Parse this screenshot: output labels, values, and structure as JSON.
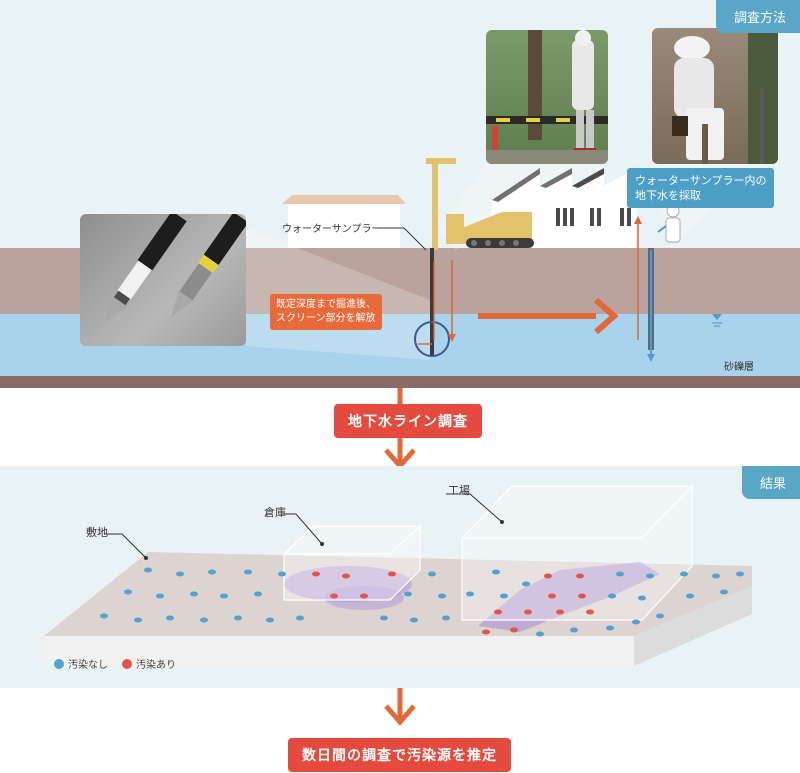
{
  "top_panel": {
    "tab_label": "調査方法",
    "water_sampler_label": "ウォーターサンプラー",
    "procedure_label_1": "既定深度まで掘進後、",
    "procedure_label_2": "スクリーン部分を解放",
    "collect_label_1": "ウォーターサンプラー内の",
    "collect_label_2": "地下水を採取",
    "gravel_layer_label": "砂礫層"
  },
  "step1_label": "地下水ライン調査",
  "bottom_panel": {
    "tab_label": "結果",
    "site_label": "敷地",
    "warehouse_label": "倉庫",
    "factory_label": "工場",
    "legend_clean": "汚染なし",
    "legend_contaminated": "汚染あり"
  },
  "step2_label": "数日間の調査で汚染源を推定",
  "colors": {
    "clean": "#4fa3d1",
    "contaminated": "#e5534b",
    "plume": "#a98fd6",
    "arrow": "#e0693a",
    "water": "#a9d2ec",
    "soil": "#b9a39c"
  }
}
